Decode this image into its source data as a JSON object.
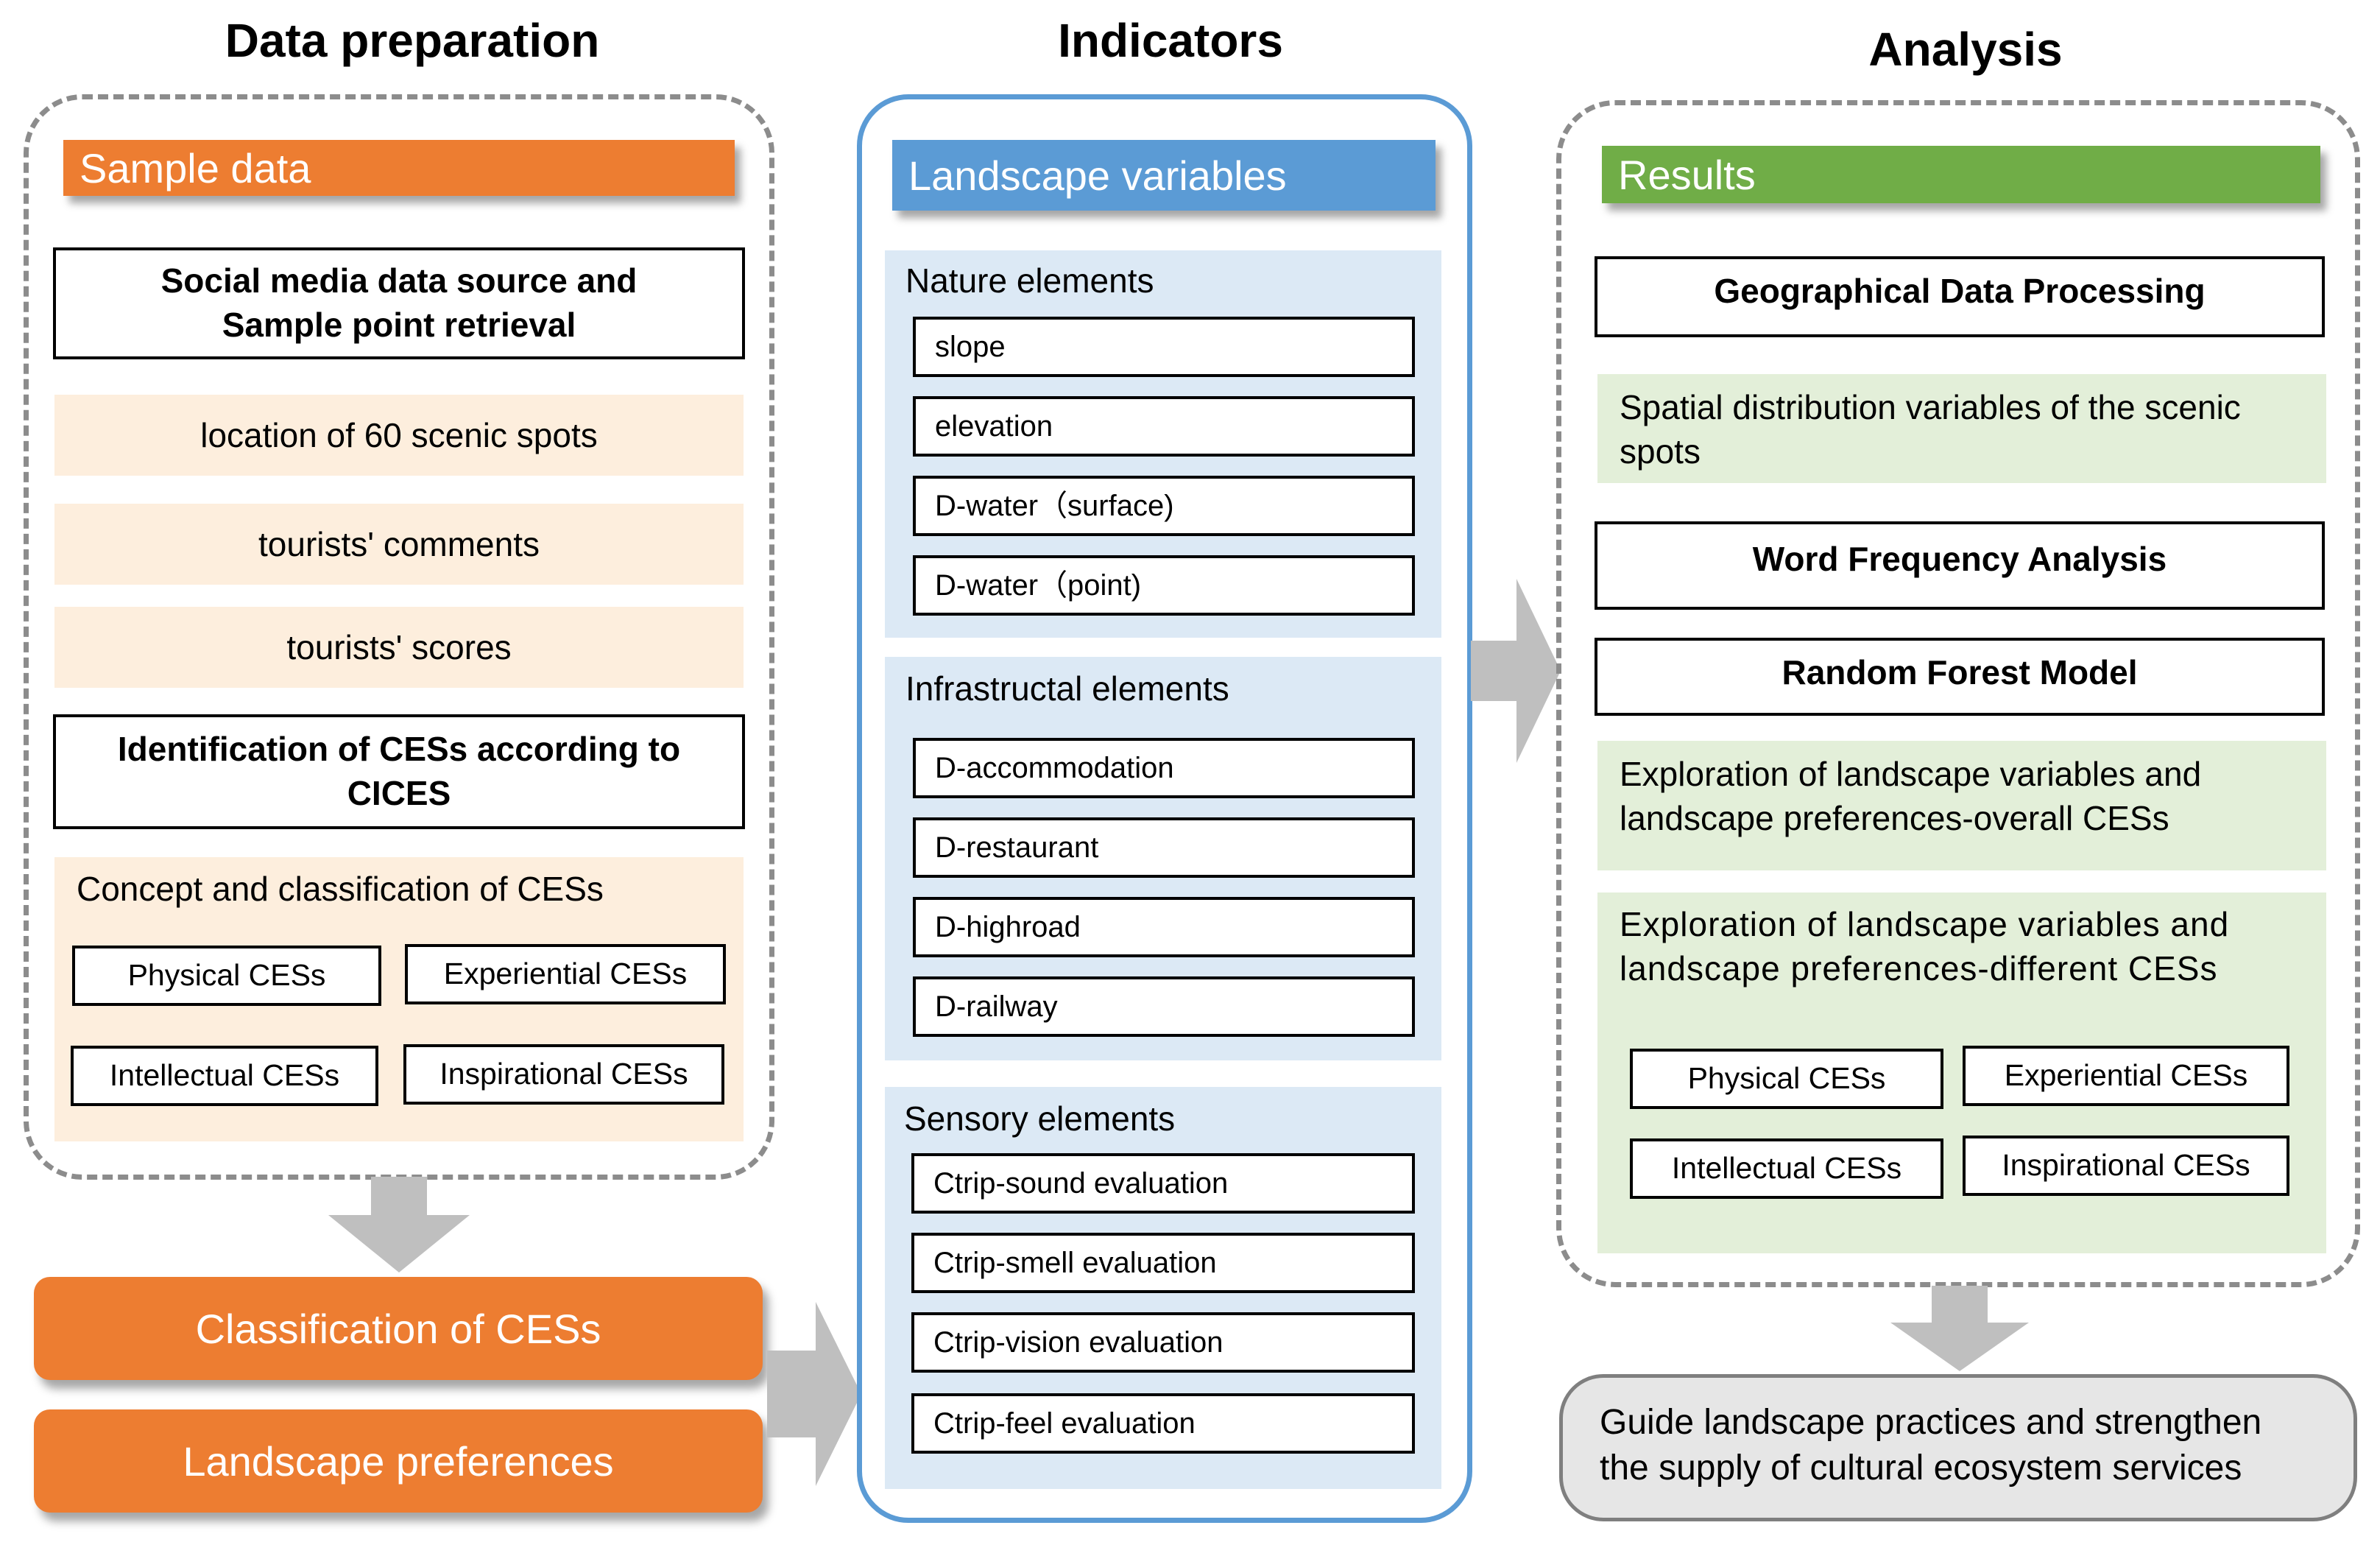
{
  "columns": {
    "data_preparation": {
      "title": "Data preparation",
      "header": "Sample data",
      "source_box": "Social media data source and Sample point retrieval",
      "items": [
        "location of 60 scenic spots",
        "tourists' comments",
        "tourists' scores"
      ],
      "identification_box": "Identification of CESs according to CICES",
      "concept_label": "Concept and classification of CESs",
      "ces": [
        "Physical CESs",
        "Experiential CESs",
        "Intellectual CESs",
        "Inspirational CESs"
      ]
    },
    "indicators": {
      "title": "Indicators",
      "header": "Landscape variables",
      "nature": {
        "label": "Nature elements",
        "items": [
          "slope",
          "elevation",
          "D-water（surface)",
          "D-water（point)"
        ]
      },
      "infra": {
        "label": "Infrastructal elements",
        "items": [
          "D-accommodation",
          "D-restaurant",
          "D-highroad",
          "D-railway"
        ]
      },
      "sensory": {
        "label": "Sensory elements",
        "items": [
          "Ctrip-sound evaluation",
          "Ctrip-smell evaluation",
          "Ctrip-vision evaluation",
          "Ctrip-feel evaluation"
        ]
      }
    },
    "analysis": {
      "title": "Analysis",
      "header": "Results",
      "geo_box": "Geographical Data Processing",
      "spatial_text": "Spatial distribution variables of the scenic spots",
      "word_box": "Word Frequency Analysis",
      "rf_box": "Random Forest Model",
      "overall_text": "Exploration of landscape variables and landscape preferences-overall CESs",
      "different_text": "Exploration of landscape variables and landscape preferences-different CESs",
      "ces": [
        "Physical CESs",
        "Experiential CESs",
        "Intellectual CESs",
        "Inspirational CESs"
      ]
    }
  },
  "outputs": {
    "classification": "Classification of CESs",
    "preferences": "Landscape preferences",
    "guide": "Guide landscape practices and strengthen the supply of cultural ecosystem services"
  },
  "colors": {
    "orange": "#ed7d31",
    "blue": "#5b9bd5",
    "green": "#70ad47",
    "arrow": "#bfbfbf"
  }
}
